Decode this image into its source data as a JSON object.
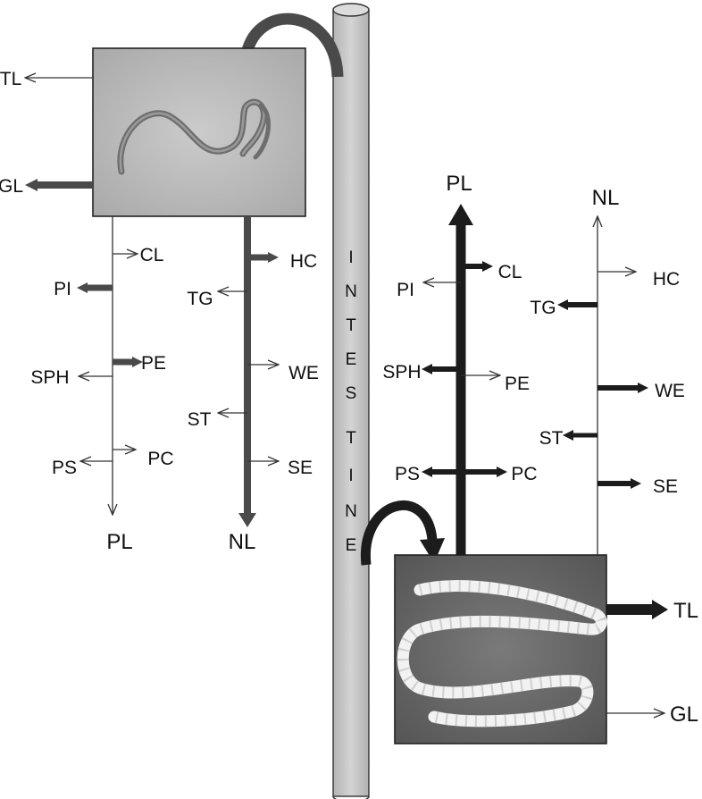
{
  "intestine": {
    "label_letters": [
      "I",
      "N",
      "T",
      "E",
      "S",
      "T",
      "I",
      "N",
      "E"
    ]
  },
  "nematode": {
    "image_label": "nematode photograph",
    "labels": {
      "tl": "TL",
      "gl": "GL",
      "cl": "CL",
      "pi": "PI",
      "sph": "SPH",
      "pe": "PE",
      "ps": "PS",
      "pc": "PC",
      "pl": "PL",
      "hc": "HC",
      "tg": "TG",
      "we": "WE",
      "st": "ST",
      "se": "SE",
      "nl": "NL"
    }
  },
  "cestode": {
    "image_label": "tapeworm photograph",
    "labels": {
      "pl": "PL",
      "cl": "CL",
      "pi": "PI",
      "sph": "SPH",
      "pe": "PE",
      "ps": "PS",
      "pc": "PC",
      "nl": "NL",
      "hc": "HC",
      "tg": "TG",
      "we": "WE",
      "st": "ST",
      "se": "SE",
      "tl": "TL",
      "gl": "GL"
    }
  },
  "colors": {
    "intestine_fill": "#c8c8c8",
    "dark_arrow": "#4a4a4a",
    "black_arrow": "#1c1c1c",
    "thin_line": "#333333",
    "nematode_bg": "#b9b9b9",
    "cestode_bg": "#6a6a6a"
  }
}
